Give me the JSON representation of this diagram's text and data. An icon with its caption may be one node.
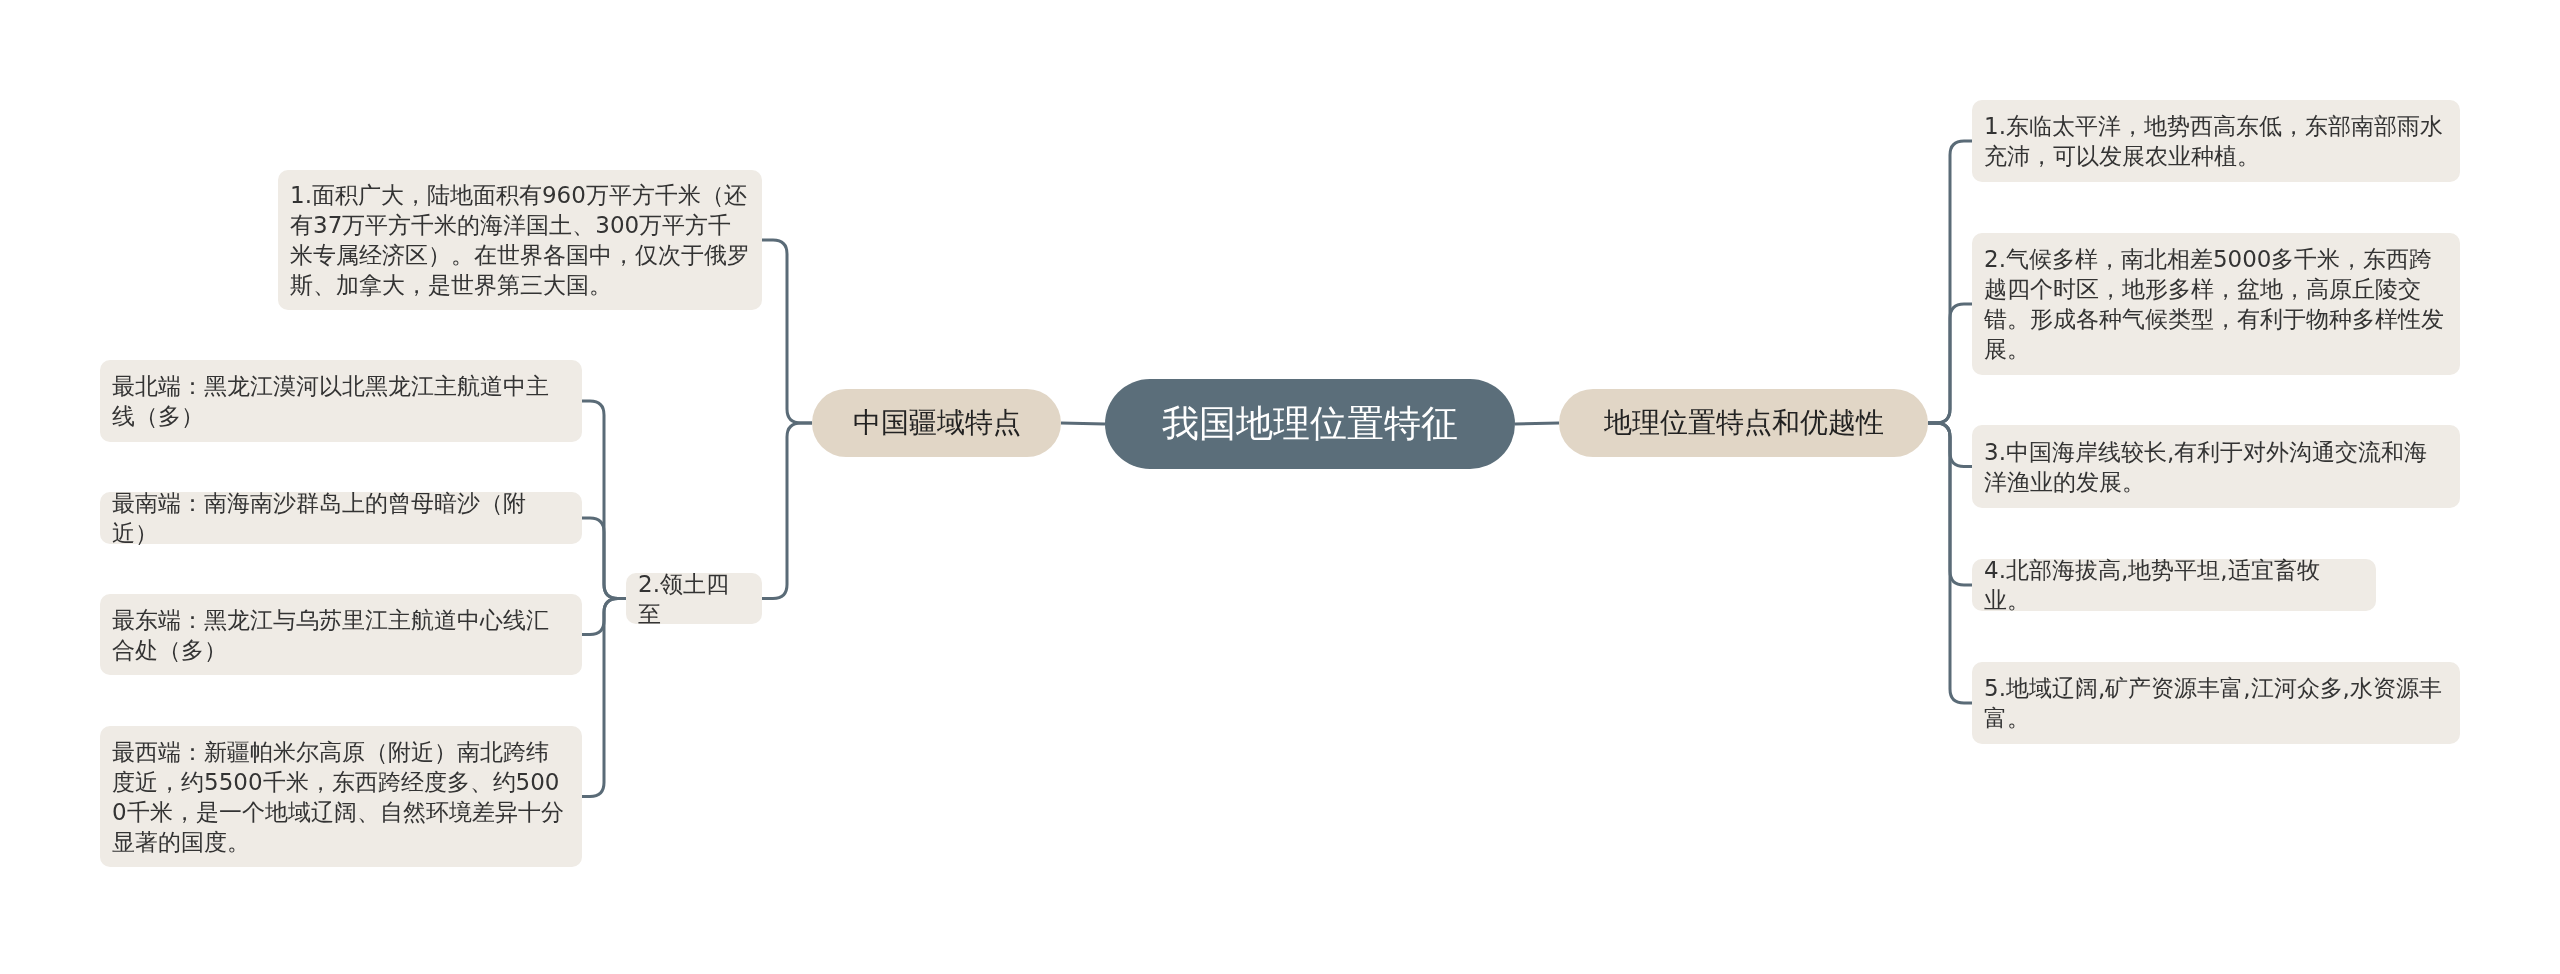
{
  "diagram": {
    "nodes": [
      {
        "text": [
          "我国地理位置特征"
        ]
      },
      {
        "text": [
          "中国疆域特点"
        ]
      },
      {
        "text": [
          "地理位置特点和优越性"
        ]
      },
      {
        "text": [
          "1.面积广大，陆地面积有960万平方千米（还有37万平方千米的海洋国土、300万平方千米专属经济区）。在世界各国中，仅次于俄罗斯、加拿大，是世界第三大国。"
        ]
      },
      {
        "text": [
          "2.领土四至"
        ]
      },
      {
        "text": [
          "最北端：黑龙江漠河以北黑龙江主航道中主线（多）"
        ]
      },
      {
        "text": [
          "最南端：南海南沙群岛上的曾母暗沙（附近）"
        ]
      },
      {
        "text": [
          "最东端：黑龙江与乌苏里江主航道中心线汇合处（多）"
        ]
      },
      {
        "text": [
          "最西端：新疆帕米尔高原（附近）南北跨纬度近，约5500千米，东西跨经度多、约5000千米，是一个地域辽阔、自然环境差异十分显著的国度。"
        ]
      },
      {
        "text": [
          "1.东临太平洋，地势西高东低，东部南部雨水充沛，可以发展农业种植。"
        ]
      },
      {
        "text": [
          "2.气候多样，南北相差5000多千米，东西跨越四个时区，地形多样，盆地，高原丘陵交错。形成各种气候类型，有利于物种多样性发展。"
        ]
      },
      {
        "text": [
          "3.中国海岸线较长,有利于对外沟通交流和海洋渔业的发展。"
        ]
      },
      {
        "text": [
          "4.北部海拔高,地势平坦,适宜畜牧业。"
        ]
      },
      {
        "text": [
          "5.地域辽阔,矿产资源丰富,江河众多,水资源丰富。"
        ]
      }
    ],
    "edges": [
      {
        "from": 0,
        "to": 1,
        "arrow": "none"
      },
      {
        "from": 0,
        "to": 2,
        "arrow": "none"
      },
      {
        "from": 1,
        "to": 3,
        "arrow": "none"
      },
      {
        "from": 1,
        "to": 4,
        "arrow": "none"
      },
      {
        "from": 4,
        "to": 5,
        "arrow": "none"
      },
      {
        "from": 4,
        "to": 6,
        "arrow": "none"
      },
      {
        "from": 4,
        "to": 7,
        "arrow": "none"
      },
      {
        "from": 4,
        "to": 8,
        "arrow": "none"
      },
      {
        "from": 2,
        "to": 9,
        "arrow": "none"
      },
      {
        "from": 2,
        "to": 10,
        "arrow": "none"
      },
      {
        "from": 2,
        "to": 11,
        "arrow": "none"
      },
      {
        "from": 2,
        "to": 12,
        "arrow": "none"
      },
      {
        "from": 2,
        "to": 13,
        "arrow": "none"
      }
    ]
  }
}
